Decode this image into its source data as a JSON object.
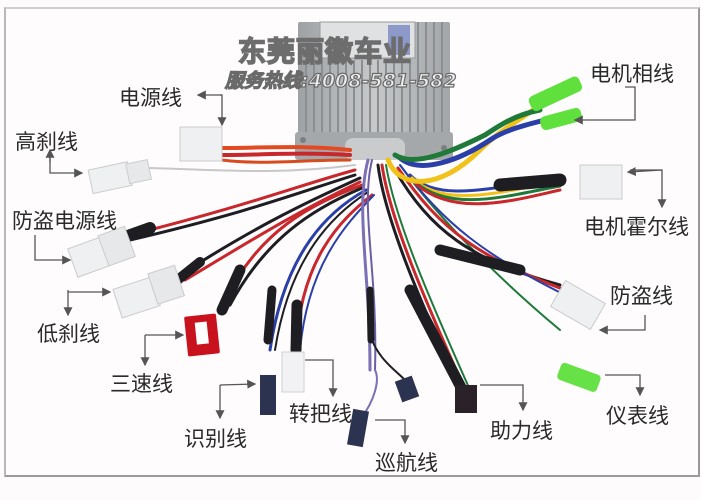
{
  "image": {
    "subject": "electric bicycle brushless motor controller wiring diagram",
    "watermark": {
      "line1": "东莞丽徽车业",
      "line2": "服务热线:4008-581-582"
    }
  },
  "labels": {
    "power": "电源线",
    "high_brake": "高刹线",
    "anti_theft_power": "防盗电源线",
    "low_brake": "低刹线",
    "three_speed": "三速线",
    "identification": "识别线",
    "throttle": "转把线",
    "cruise": "巡航线",
    "assist": "助力线",
    "meter": "仪表线",
    "anti_theft": "防盗线",
    "motor_hall": "电机霍尔线",
    "motor_phase": "电机相线"
  },
  "colors": {
    "background": "#fefcfd",
    "controller_body": "#b4b6b8",
    "connector_white": "#eef0f2",
    "connector_red": "#c8121e",
    "connector_green": "#5fe03c",
    "wire_red": "#c8282c",
    "wire_black": "#1e1e22",
    "wire_blue": "#2a3fa8",
    "wire_yellow": "#f0c21a",
    "wire_green": "#1f7a3a",
    "wire_purple": "#7b6fb5",
    "wire_orange": "#e85a1c",
    "label_text": "#2a2a2a",
    "arrow": "#555555"
  }
}
